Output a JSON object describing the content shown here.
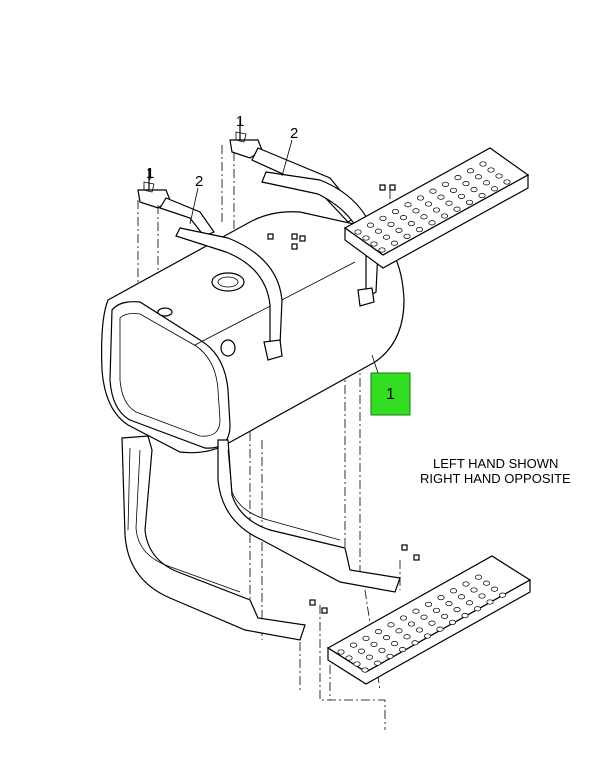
{
  "diagram": {
    "callouts": {
      "bolt_left": "1",
      "bolt_right": "1",
      "strap_left": "2",
      "strap_right": "2"
    },
    "hotspot": {
      "label": "1",
      "color": "#33dd22"
    },
    "note_line1": "LEFT HAND SHOWN",
    "note_line2": "RIGHT HAND OPPOSITE"
  }
}
